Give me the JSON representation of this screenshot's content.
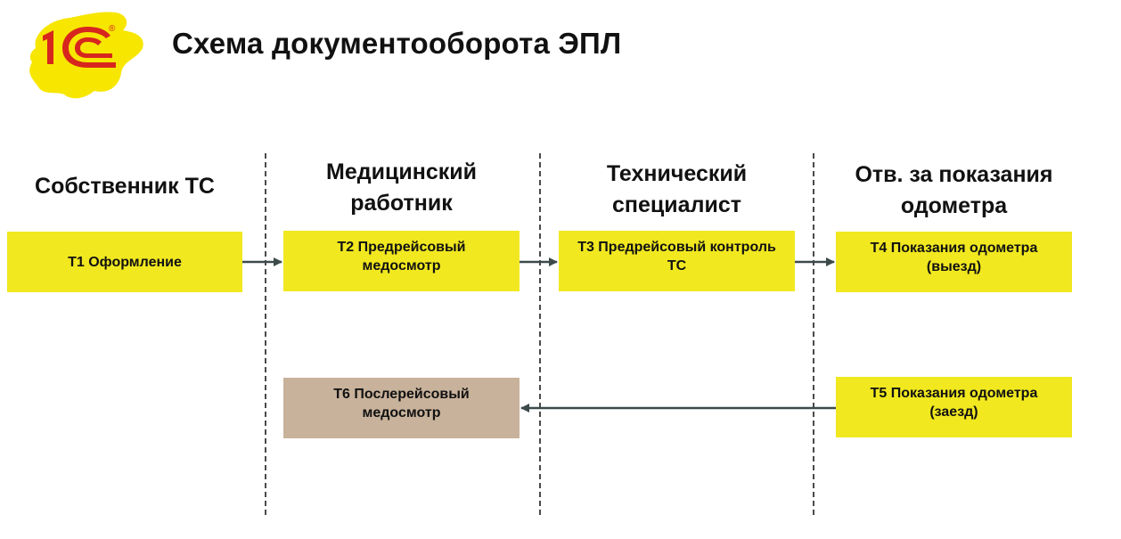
{
  "header": {
    "title": "Схема документооборота ЭПЛ",
    "logo_text": "1С",
    "logo_mark": "®"
  },
  "columns": [
    {
      "header": "Собственник ТС"
    },
    {
      "header": "Медицинский\nработник"
    },
    {
      "header": "Технический\nспециалист"
    },
    {
      "header": "Отв. за показания\nодометра"
    }
  ],
  "steps": {
    "t1": {
      "label": "Т1 Оформление",
      "color": "#f1e820"
    },
    "t2": {
      "label": "Т2 Предрейсовый\nмедосмотр",
      "color": "#f1e820"
    },
    "t3": {
      "label": "Т3 Предрейсовый контроль\nТС",
      "color": "#f1e820"
    },
    "t4": {
      "label": "Т4 Показания одометра\n(выезд)",
      "color": "#f1e820"
    },
    "t5": {
      "label": "Т5 Показания одометра\n(заезд)",
      "color": "#f1e820"
    },
    "t6": {
      "label": "Т6 Послерейсовый\nмедосмотр",
      "color": "#c8b29b"
    }
  },
  "flows": [
    {
      "from": "Т1",
      "to": "Т2"
    },
    {
      "from": "Т2",
      "to": "Т3"
    },
    {
      "from": "Т3",
      "to": "Т4"
    },
    {
      "from": "Т5",
      "to": "Т6"
    }
  ],
  "colors": {
    "logo_yellow": "#f7e600",
    "logo_red": "#d7261e",
    "arrow": "#3d4a4a",
    "divider": "#4a4a4a"
  }
}
